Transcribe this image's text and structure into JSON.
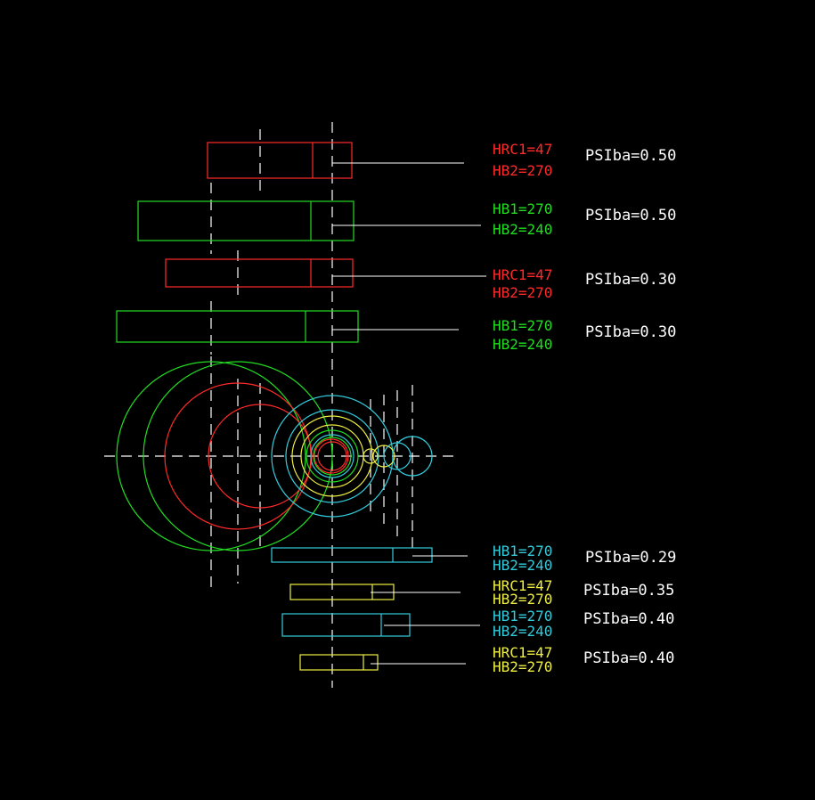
{
  "colors": {
    "background": "#000000",
    "red": "#ff2a2a",
    "green": "#22dd22",
    "cyan": "#33ccdd",
    "yellow": "#eeee44",
    "white": "#ffffff"
  },
  "annotations": [
    {
      "hardness1": "HRC1=47",
      "hardness2": "HB2=270",
      "psi": "PSIba=0.50",
      "color": "red"
    },
    {
      "hardness1": "HB1=270",
      "hardness2": "HB2=240",
      "psi": "PSIba=0.50",
      "color": "green"
    },
    {
      "hardness1": "HRC1=47",
      "hardness2": "HB2=270",
      "psi": "PSIba=0.30",
      "color": "red"
    },
    {
      "hardness1": "HB1=270",
      "hardness2": "HB2=240",
      "psi": "PSIba=0.30",
      "color": "green"
    },
    {
      "hardness1": "HB1=270",
      "hardness2": "HB2=240",
      "psi": "PSIba=0.29",
      "color": "cyan"
    },
    {
      "hardness1": "HRC1=47",
      "hardness2": "HB2=270",
      "psi": "PSIba=0.35",
      "color": "yellow"
    },
    {
      "hardness1": "HB1=270",
      "hardness2": "HB2=240",
      "psi": "PSIba=0.40",
      "color": "cyan"
    },
    {
      "hardness1": "HRC1=47",
      "hardness2": "HB2=270",
      "psi": "PSIba=0.40",
      "color": "yellow"
    }
  ]
}
